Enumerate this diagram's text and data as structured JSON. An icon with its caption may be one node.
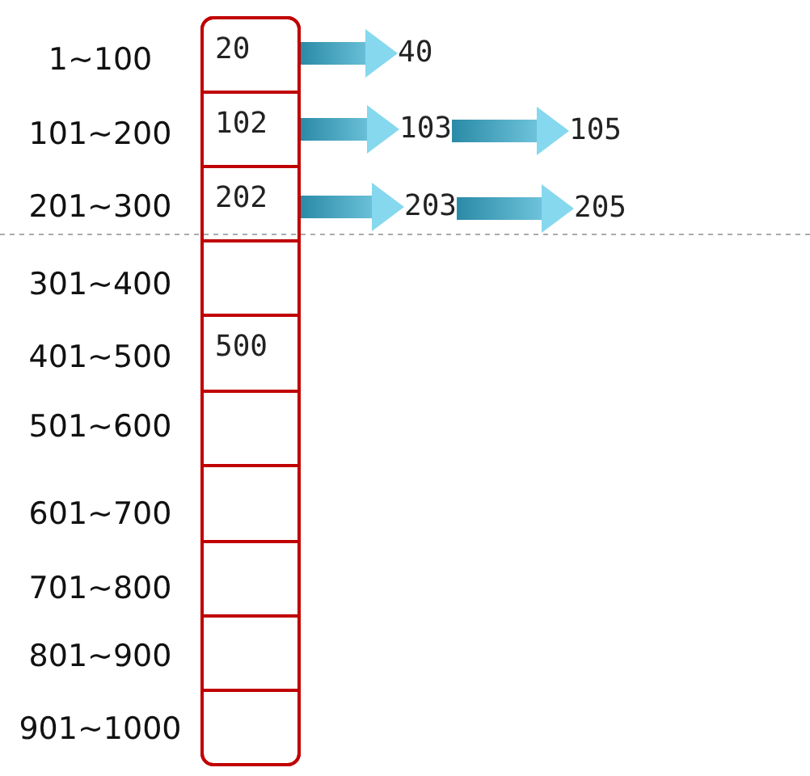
{
  "diagram": {
    "nodes": [
      {
        "text": [],
        "shape": "box"
      },
      {
        "text": [
          "20"
        ],
        "in": 0,
        "beside": [
          "1~100"
        ]
      },
      {
        "text": [
          "102"
        ],
        "in": 0,
        "beside": [
          "101~200"
        ]
      },
      {
        "text": [
          "202"
        ],
        "in": 0,
        "beside": [
          "201~300"
        ]
      },
      {
        "text": [],
        "shape": "box",
        "in": 0,
        "beside": [
          "301~400"
        ]
      },
      {
        "text": [
          "500"
        ],
        "in": 0,
        "beside": [
          "401~500"
        ]
      },
      {
        "text": [],
        "shape": "box",
        "in": 0,
        "beside": [
          "501~600"
        ]
      },
      {
        "text": [],
        "shape": "box",
        "in": 0,
        "beside": [
          "601~700"
        ]
      },
      {
        "text": [],
        "shape": "box",
        "in": 0,
        "beside": [
          "701~800"
        ]
      },
      {
        "text": [],
        "shape": "box",
        "in": 0,
        "beside": [
          "801~900"
        ]
      },
      {
        "text": [],
        "shape": "box",
        "in": 0,
        "beside": [
          "901~1000"
        ]
      },
      {
        "text": [
          "40"
        ]
      },
      {
        "text": [
          "103"
        ]
      },
      {
        "text": [
          "105"
        ]
      },
      {
        "text": [
          "203"
        ]
      },
      {
        "text": [
          "205"
        ]
      }
    ],
    "edges": [
      {
        "from": 1,
        "to": 11,
        "arrow": "to"
      },
      {
        "from": 2,
        "to": 12,
        "arrow": "to"
      },
      {
        "from": 12,
        "to": 13,
        "arrow": "to"
      },
      {
        "from": 3,
        "to": 14,
        "arrow": "to"
      },
      {
        "from": 14,
        "to": 15,
        "arrow": "to"
      }
    ]
  }
}
